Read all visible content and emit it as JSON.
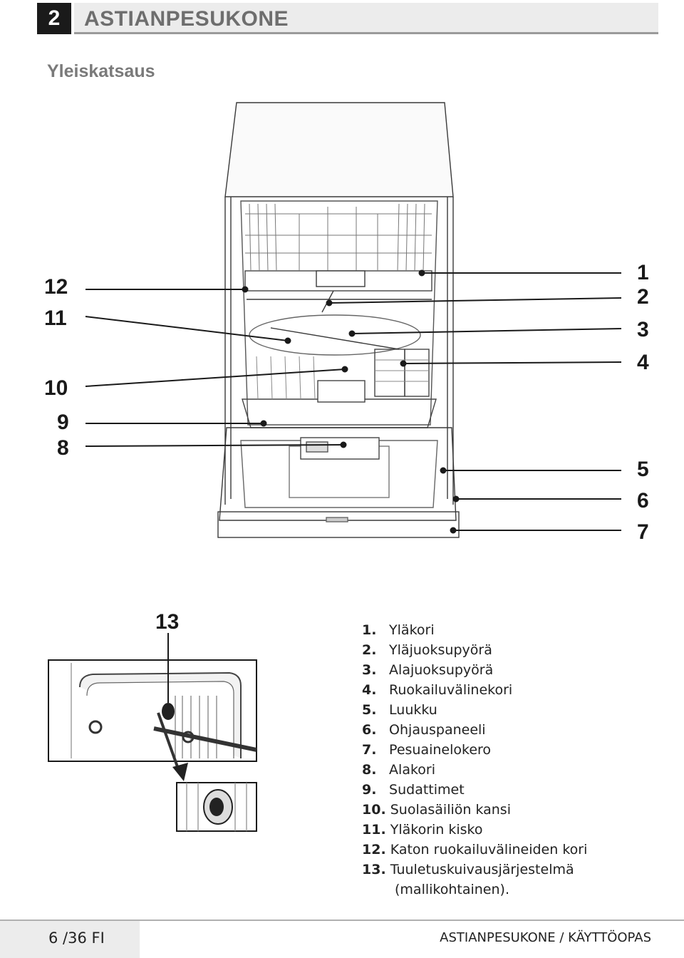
{
  "chapter": {
    "number": "2",
    "title": "ASTIANPESUKONE"
  },
  "section_title": "Yleiskatsaus",
  "callouts": [
    "1",
    "2",
    "3",
    "4",
    "5",
    "6",
    "7",
    "8",
    "9",
    "10",
    "11",
    "12",
    "13"
  ],
  "legend": [
    {
      "num": "1.",
      "text": "Yläkori"
    },
    {
      "num": "2.",
      "text": "Yläjuoksupyörä"
    },
    {
      "num": "3.",
      "text": "Alajuoksupyörä"
    },
    {
      "num": "4.",
      "text": "Ruokailuvälinekori"
    },
    {
      "num": "5.",
      "text": "Luukku"
    },
    {
      "num": "6.",
      "text": "Ohjauspaneeli"
    },
    {
      "num": "7.",
      "text": "Pesuainelokero"
    },
    {
      "num": "8.",
      "text": "Alakori"
    },
    {
      "num": "9.",
      "text": "Sudattimet"
    },
    {
      "num": "10.",
      "text": "Suolasäiliön kansi"
    },
    {
      "num": "11.",
      "text": "Yläkorin kisko"
    },
    {
      "num": "12.",
      "text": "Katon ruokailuvälineiden kori"
    },
    {
      "num": "13.",
      "text": "Tuuletuskuivausjärjestelmä"
    },
    {
      "num": "",
      "text": "(mallikohtainen)."
    }
  ],
  "footer": {
    "page": "6 /36 FI",
    "manual": "ASTIANPESUKONE / KÄYTTÖOPAS"
  }
}
